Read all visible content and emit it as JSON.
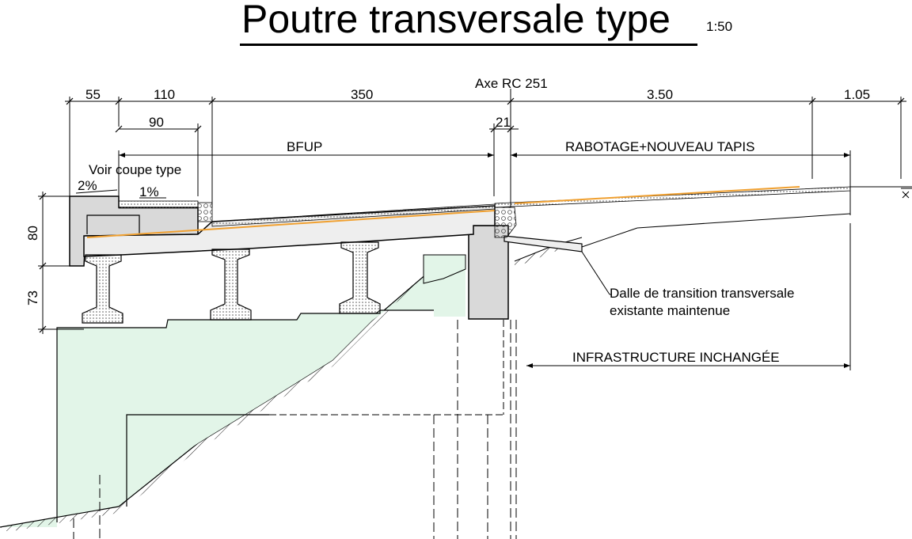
{
  "title": "Poutre transversale type",
  "scale": "1:50",
  "axis_label": "Axe RC 251",
  "dimensions": {
    "top": [
      "55",
      "110",
      "350",
      "3.50",
      "1.05"
    ],
    "second": [
      "90",
      "21"
    ],
    "vertical": [
      "80",
      "73"
    ]
  },
  "labels": {
    "bfup": "BFUP",
    "rabotage": "RABOTAGE+NOUVEAU TAPIS",
    "voir_coupe": "Voir coupe type",
    "slope_2": "2%",
    "slope_1": "1%",
    "dalle_line1": "Dalle de transition transversale",
    "dalle_line2": "existante maintenue",
    "infrastructure": "INFRASTRUCTURE INCHANGÉE"
  },
  "colors": {
    "soil_fill": "#e2f5e8",
    "concrete_fill": "#d9d9d9",
    "slab_fill": "#eeeeee",
    "asphalt_line": "#f0a030"
  }
}
